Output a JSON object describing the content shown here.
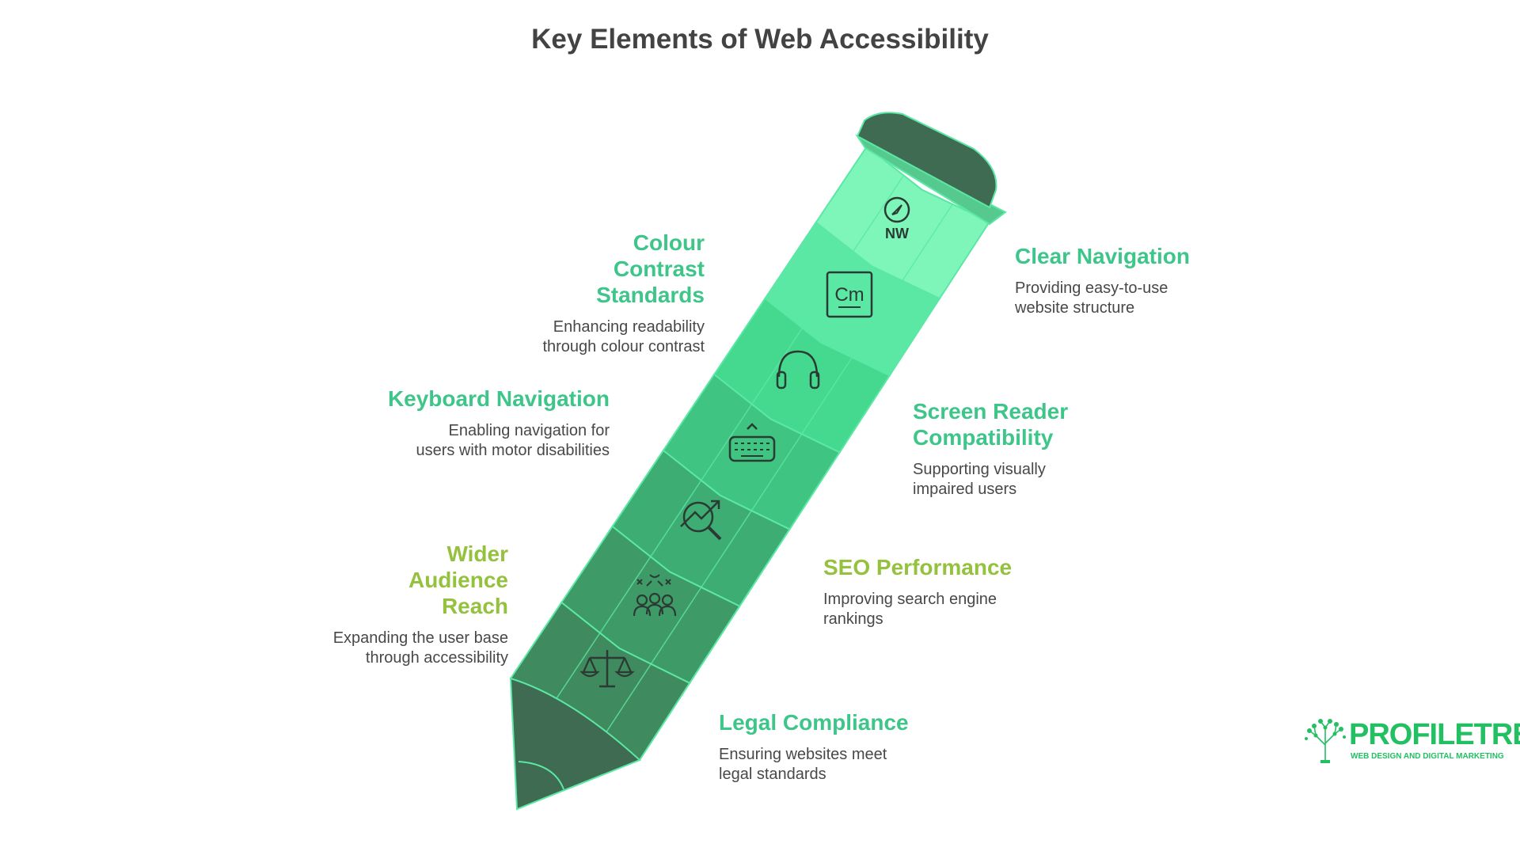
{
  "title": "Key Elements of Web Accessibility",
  "colors": {
    "teal_green": "#3dc58a",
    "olive_green": "#94c13e",
    "text": "#484848",
    "title": "#434343",
    "eraser": "#3e6b52",
    "tip": "#3e6b52",
    "outline": "#5ae8a4",
    "logo": "#22c063"
  },
  "items": [
    {
      "title": "Clear Navigation",
      "description": "Providing easy-to-use website structure",
      "icon": "compass-nw-icon",
      "icon_text": "NW",
      "color": "teal_green",
      "segment_color": "#7ef5b9"
    },
    {
      "title": "Colour Contrast Standards",
      "description": "Enhancing readability through colour contrast",
      "icon": "cm-box-icon",
      "icon_text": "Cm",
      "color": "teal_green",
      "segment_color": "#5ae8a4"
    },
    {
      "title": "Screen Reader Compatibility",
      "description": "Supporting visually impaired users",
      "icon": "headphones-icon",
      "color": "teal_green",
      "segment_color": "#45d98f"
    },
    {
      "title": "Keyboard Navigation",
      "description": "Enabling navigation for users with motor disabilities",
      "icon": "keyboard-icon",
      "color": "teal_green",
      "segment_color": "#3fc481"
    },
    {
      "title": "SEO Performance",
      "description": "Improving search engine rankings",
      "icon": "search-growth-icon",
      "color": "olive_green",
      "segment_color": "#3ead73"
    },
    {
      "title": "Wider Audience Reach",
      "description": "Expanding the user base through accessibility",
      "icon": "audience-icon",
      "color": "olive_green",
      "segment_color": "#3e9a67"
    },
    {
      "title": "Legal Compliance",
      "description": "Ensuring websites meet legal standards",
      "icon": "scales-icon",
      "color": "teal_green",
      "segment_color": "#3f8a5e"
    }
  ],
  "logo": {
    "name": "PROFILETREE",
    "tagline": "WEB DESIGN AND DIGITAL MARKETING",
    "icon": "tree-network-icon"
  }
}
